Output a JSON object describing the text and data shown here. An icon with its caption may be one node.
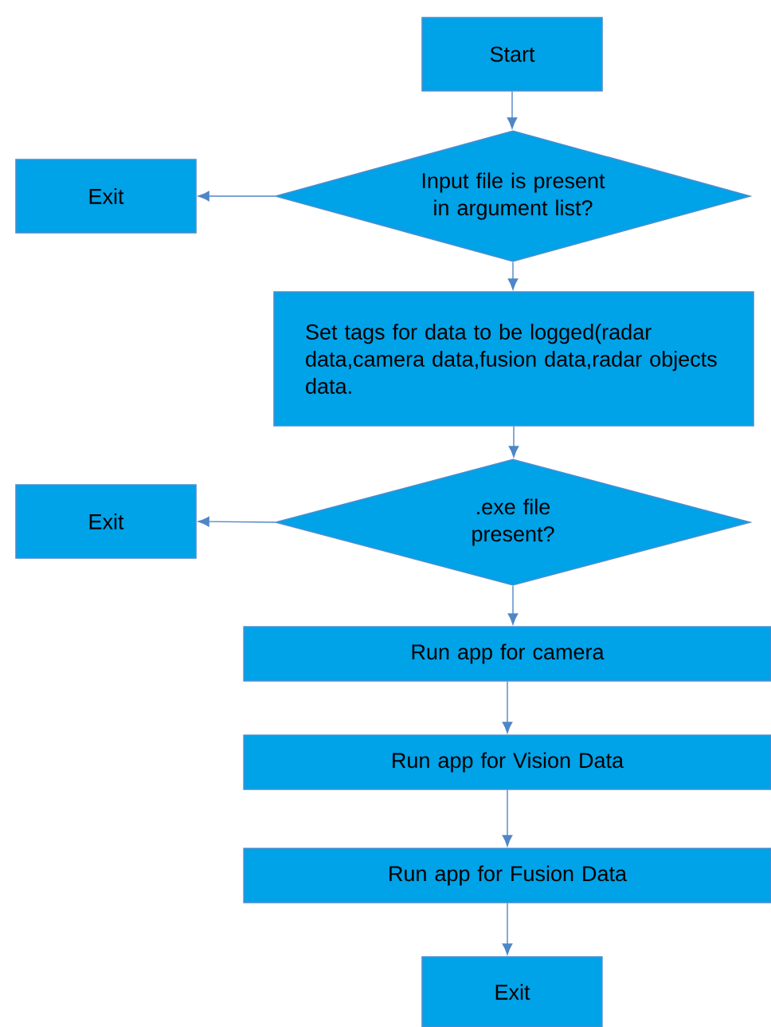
{
  "diagram": {
    "nodes": [
      {
        "text": [
          "Start"
        ]
      },
      {
        "text": [
          "Input file is present in argument list?"
        ]
      },
      {
        "text": [
          "Exit"
        ]
      },
      {
        "text": [
          "Set tags for data to be logged(radar data,camera data,fusion data,radar objects data."
        ]
      },
      {
        "text": [
          ".exe file present?"
        ]
      },
      {
        "text": [
          "Exit"
        ]
      },
      {
        "text": [
          "Run app for camera"
        ]
      },
      {
        "text": [
          "Run app for Vision Data"
        ]
      },
      {
        "text": [
          "Run app for Fusion Data"
        ]
      },
      {
        "text": [
          "Exit"
        ]
      }
    ],
    "edges": [
      {
        "from": 0,
        "to": 1,
        "arrow": "to"
      },
      {
        "from": 1,
        "to": 2,
        "arrow": "to"
      },
      {
        "from": 1,
        "to": 3,
        "arrow": "to"
      },
      {
        "from": 3,
        "to": 4,
        "arrow": "to"
      },
      {
        "from": 4,
        "to": 5,
        "arrow": "to"
      },
      {
        "from": 4,
        "to": 6,
        "arrow": "to"
      },
      {
        "from": 6,
        "to": 7,
        "arrow": "to"
      },
      {
        "from": 7,
        "to": 8,
        "arrow": "to"
      },
      {
        "from": 8,
        "to": 9,
        "arrow": "to"
      }
    ]
  }
}
